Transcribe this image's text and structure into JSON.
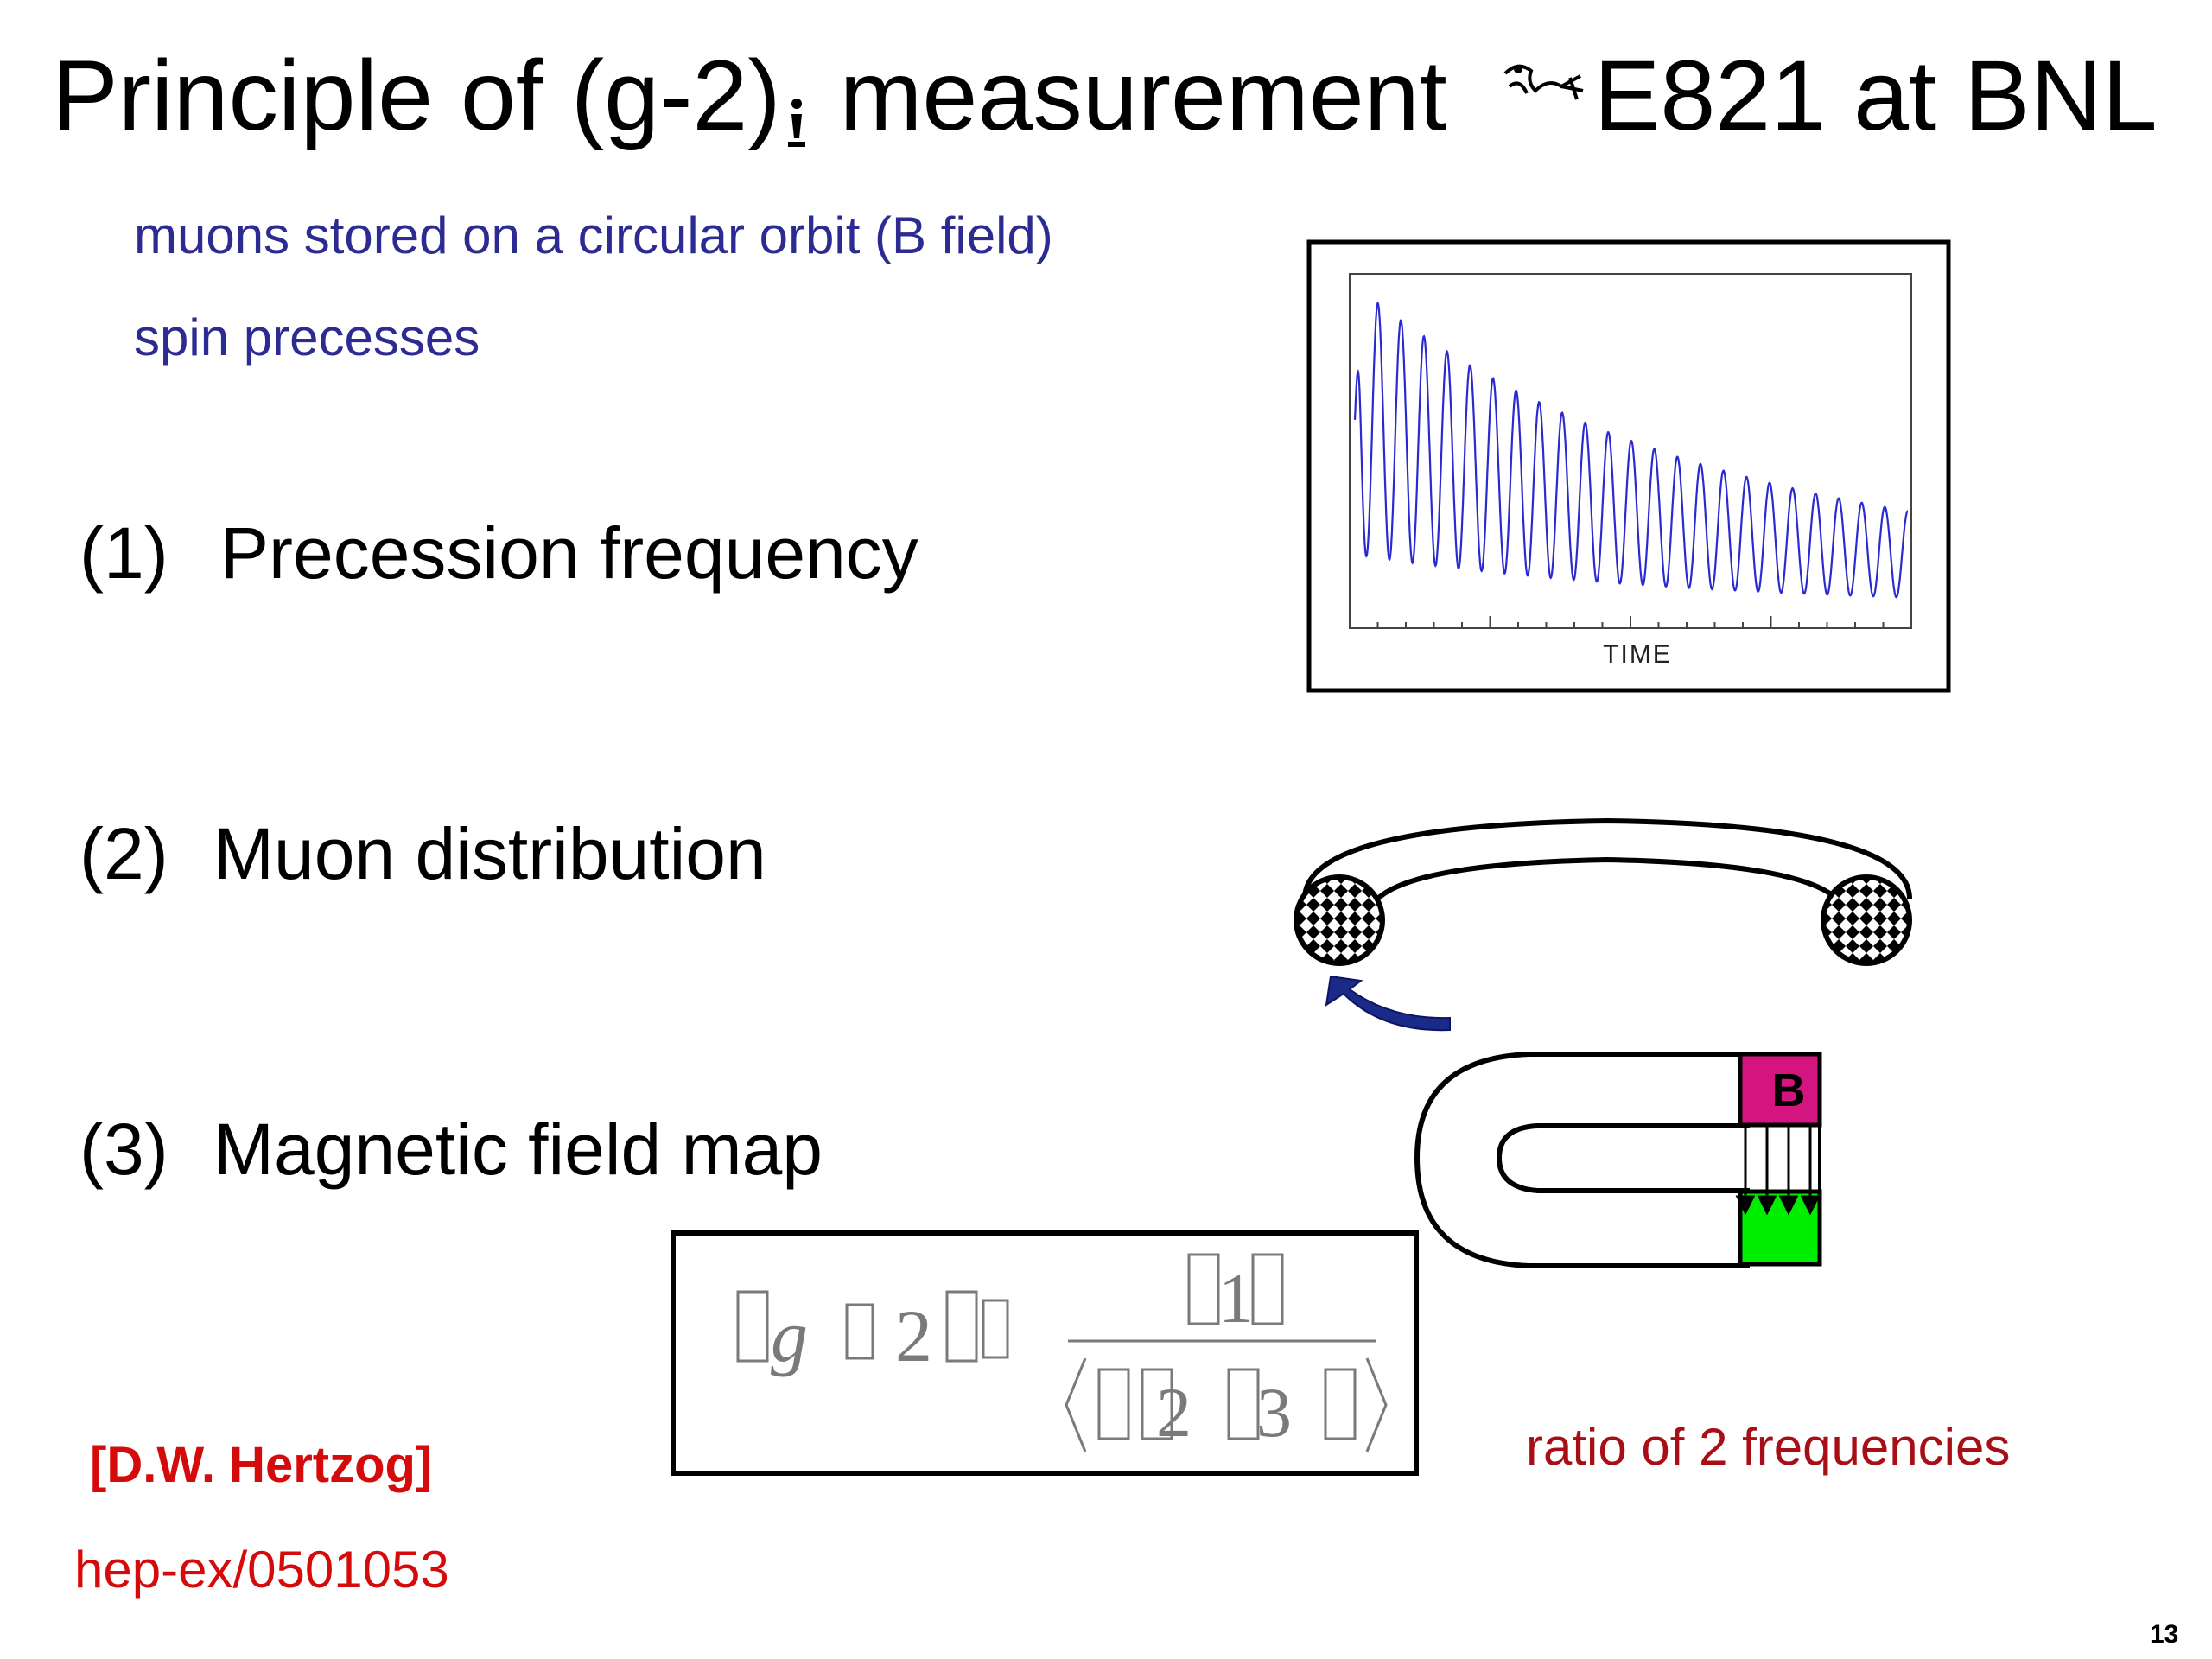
{
  "slide": {
    "title": {
      "part1": "Principle of (g-2)",
      "part2": " measurement ",
      "part3": "E821 at BNL",
      "subscript_icon": "mu-subscript-glyph",
      "separator_icon": "wingdings-glyph"
    },
    "bullets": [
      "muons stored on a circular orbit (B field)",
      "spin precesses"
    ],
    "items": [
      {
        "number": "(1)",
        "label": "Precession frequency"
      },
      {
        "number": "(2)",
        "label": "Muon distribution"
      },
      {
        "number": "(3)",
        "label": "Magnetic field map"
      }
    ],
    "plot": {
      "xlabel": "TIME"
    },
    "diagram": {
      "field_label": "B",
      "colors": {
        "pole_top": "#d4147f",
        "pole_bottom": "#00ee00",
        "arrow": "#1a2a88",
        "wave": "#2a2ad0"
      }
    },
    "formula": {
      "lhs_1": "g",
      "lhs_2": "2",
      "numerator": "1",
      "den_1": "2",
      "den_2": "3"
    },
    "ratio_note": "ratio of 2 frequencies",
    "credit": "[D.W. Hertzog]",
    "reference": "hep-ex/0501053",
    "page_number": "13"
  }
}
